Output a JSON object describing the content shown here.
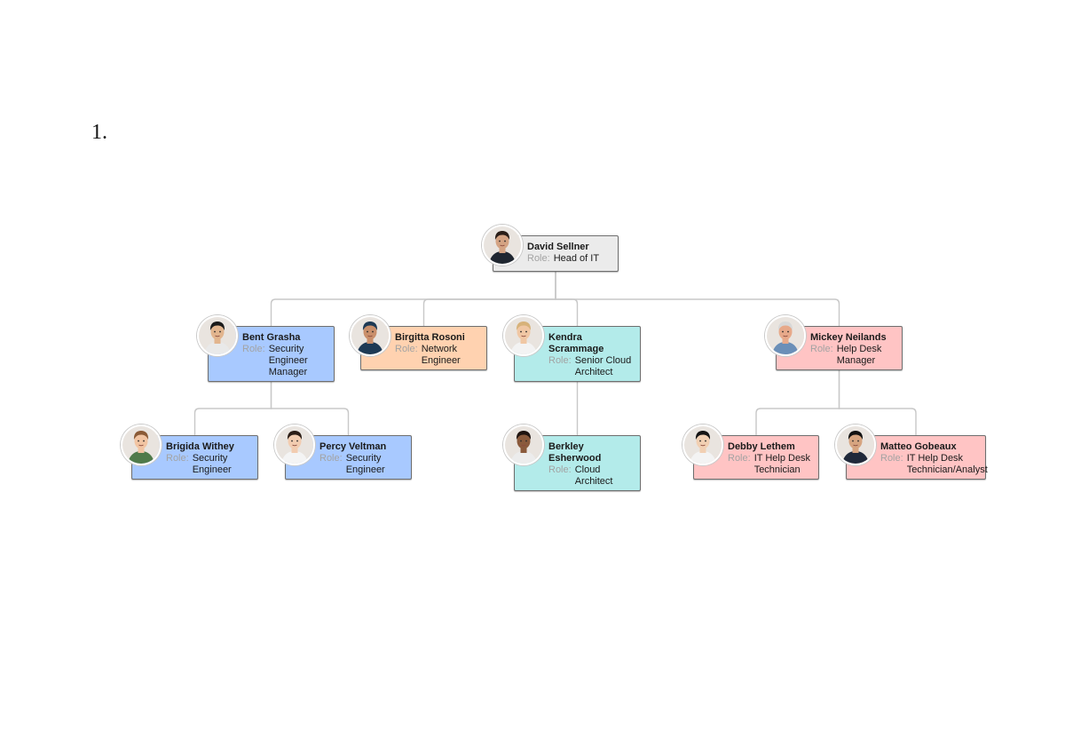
{
  "page": {
    "list_number": "1."
  },
  "colors": {
    "gray": "#ebebeb",
    "blue": "#a8c9ff",
    "orange": "#ffd2b0",
    "teal": "#b3ebea",
    "pink": "#ffc4c4",
    "connector": "#c8c8c8"
  },
  "org": {
    "role_label": "Role:",
    "people": [
      {
        "id": "david",
        "name": "David Sellner",
        "role": "Head of IT",
        "color": "gray",
        "parent": null,
        "skin": "#d4a383",
        "hair": "#2a1e18",
        "shirt": "#1f2630"
      },
      {
        "id": "bent",
        "name": "Bent Grasha",
        "role": "Security Engineer Manager",
        "color": "blue",
        "parent": "david",
        "skin": "#e2b58e",
        "hair": "#1b1b1b",
        "shirt": "#e9e9e9"
      },
      {
        "id": "birgitta",
        "name": "Birgitta Rosoni",
        "role": "Network Engineer",
        "color": "orange",
        "parent": "david",
        "skin": "#c98f6b",
        "hair": "#1e3a55",
        "shirt": "#1e3a55"
      },
      {
        "id": "kendra",
        "name": "Kendra Scrammage",
        "role": "Senior Cloud Architect",
        "color": "teal",
        "parent": "david",
        "skin": "#f0c7a4",
        "hair": "#d7b27a",
        "shirt": "#f3f3f3"
      },
      {
        "id": "mickey",
        "name": "Mickey Neilands",
        "role": "Help Desk Manager",
        "color": "pink",
        "parent": "david",
        "skin": "#e7a98a",
        "hair": "#d8d8d8",
        "shirt": "#6b8fb8"
      },
      {
        "id": "brigida",
        "name": "Brigida Withey",
        "role": "Security Engineer",
        "color": "blue",
        "parent": "bent",
        "skin": "#f1c4a2",
        "hair": "#8a5a36",
        "shirt": "#4f7a4a"
      },
      {
        "id": "percy",
        "name": "Percy Veltman",
        "role": "Security Engineer",
        "color": "blue",
        "parent": "bent",
        "skin": "#f2ccb0",
        "hair": "#2b1d16",
        "shirt": "#f4f4f4"
      },
      {
        "id": "berkley",
        "name": "Berkley Esherwood",
        "role": "Cloud Architect",
        "color": "teal",
        "parent": "kendra",
        "skin": "#8a5a3c",
        "hair": "#1f1410",
        "shirt": "#ececec"
      },
      {
        "id": "debby",
        "name": "Debby Lethem",
        "role": "IT Help Desk Technician",
        "color": "pink",
        "parent": "mickey",
        "skin": "#f1cfb2",
        "hair": "#141414",
        "shirt": "#f3f3f3"
      },
      {
        "id": "matteo",
        "name": "Matteo Gobeaux",
        "role": "IT Help Desk Technician/Analyst",
        "color": "pink",
        "parent": "mickey",
        "skin": "#d6a480",
        "hair": "#121212",
        "shirt": "#20293a"
      }
    ]
  }
}
